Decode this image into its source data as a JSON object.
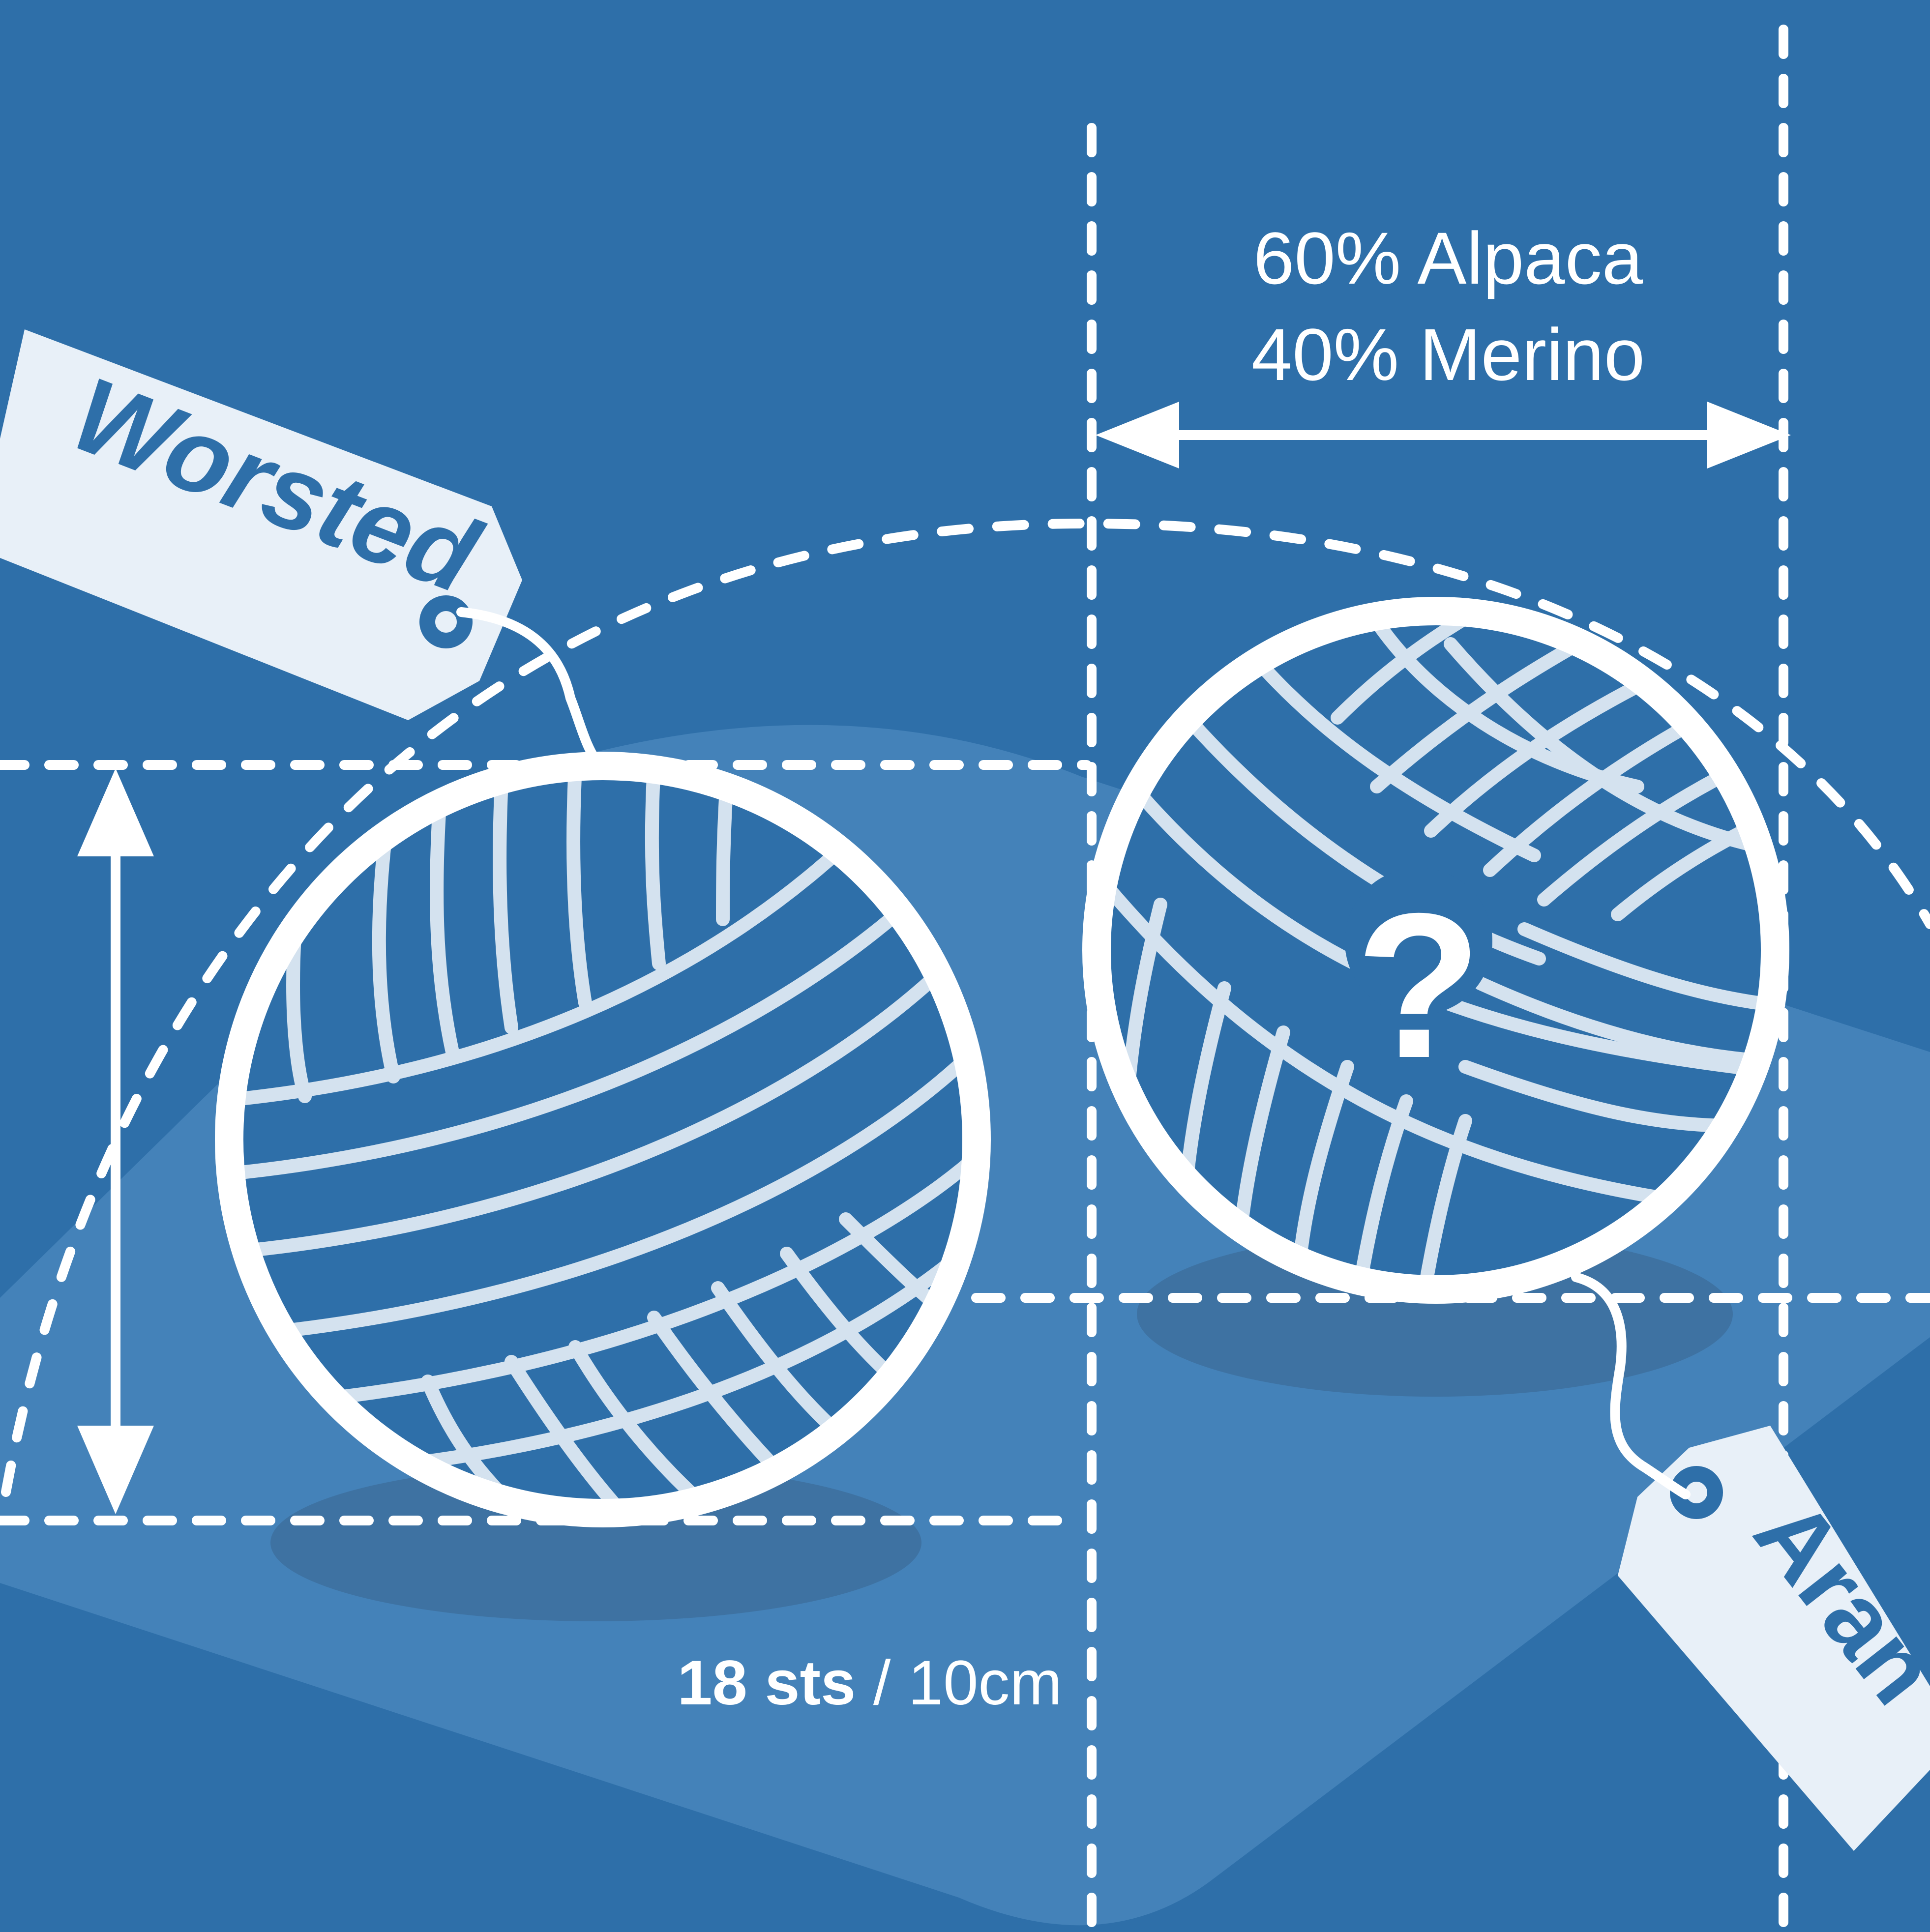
{
  "colors": {
    "background": "#2e6fa9",
    "mat": "#4482b9",
    "shadow": "#3e72a2",
    "yarn_outline": "#ffffff",
    "yarn_strands": "#d4e2ef",
    "tag_fill": "#e8f0f8",
    "tag_text": "#2e6fa9",
    "guide_line": "#ffffff"
  },
  "icons": {
    "yarn_ball_left": "yarn-ball-icon",
    "yarn_ball_right": "yarn-ball-icon",
    "question": "question-mark-icon",
    "tag_left": "label-tag-icon",
    "tag_right": "label-tag-icon"
  },
  "tags": {
    "left": {
      "label": "Worsted"
    },
    "right": {
      "label": "Aran"
    }
  },
  "fiber": {
    "line1": "60% Alpaca",
    "line2": "40% Merino"
  },
  "gauge": {
    "count": "18 sts",
    "separator": " / ",
    "unit": "10cm"
  },
  "unknown_mark": "?"
}
